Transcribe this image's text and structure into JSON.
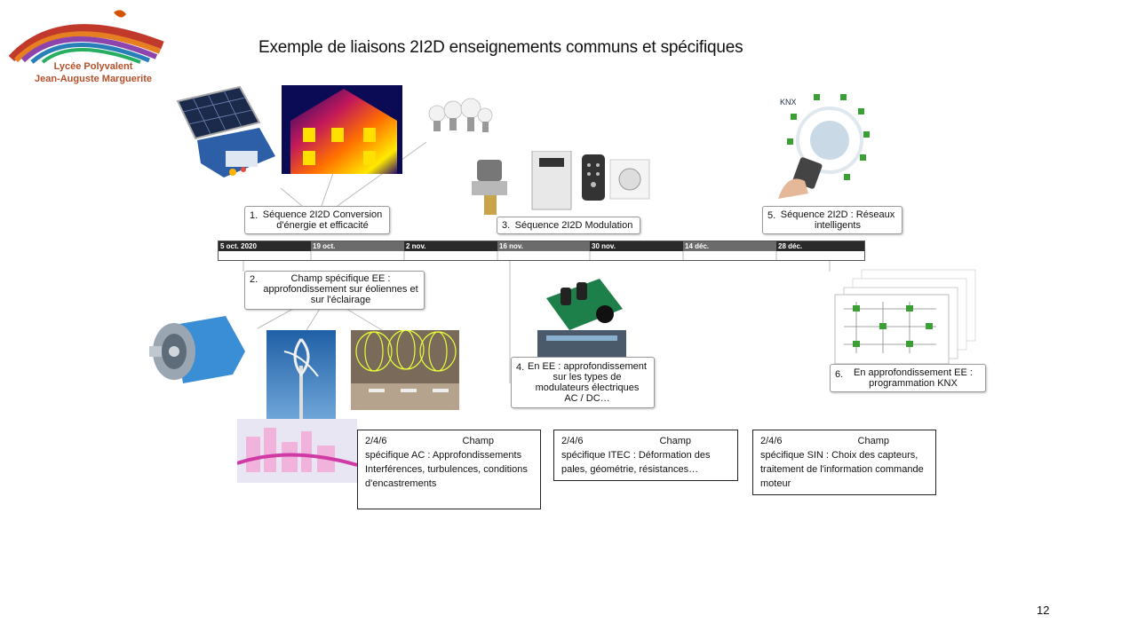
{
  "title": "Exemple de liaisons 2I2D enseignements communs et spécifiques",
  "logo": {
    "line1": "Lycée Polyvalent",
    "line2": "Jean-Auguste Marguerite"
  },
  "timeline": {
    "dates": [
      "5 oct. 2020",
      "19 oct.",
      "2 nov.",
      "16 nov.",
      "30 nov.",
      "14 déc.",
      "28 déc."
    ],
    "colors": [
      "#2a2a2a",
      "#6b6b6b",
      "#2a2a2a",
      "#6b6b6b",
      "#2a2a2a",
      "#6b6b6b",
      "#2a2a2a"
    ]
  },
  "callouts": [
    {
      "num": "1.",
      "text": "Séquence 2I2D Conversion d'énergie et efficacité"
    },
    {
      "num": "2.",
      "text": "Champ spécifique EE : approfondissement sur éoliennes et sur l'éclairage"
    },
    {
      "num": "3.",
      "text": "Séquence 2I2D Modulation"
    },
    {
      "num": "4.",
      "text": "En EE : approfondissement sur les types de modulateurs électriques AC / DC…"
    },
    {
      "num": "5.",
      "text": "Séquence 2I2D : Réseaux intelligents"
    },
    {
      "num": "6.",
      "text": "En approfondissement EE : programmation KNX"
    }
  ],
  "textboxes": [
    {
      "code": "2/4/6",
      "head": "Champ",
      "body": "spécifique AC : Approfondissements Interférences, turbulences, conditions d'encastrements"
    },
    {
      "code": "2/4/6",
      "head": "Champ",
      "body": "spécifique ITEC : Déformation des pales, géométrie, résistances…"
    },
    {
      "code": "2/4/6",
      "head": "Champ",
      "body": "spécifique SIN : Choix des capteurs, traitement de l'information commande moteur"
    }
  ],
  "knx_label": "KNX",
  "page_number": "12"
}
